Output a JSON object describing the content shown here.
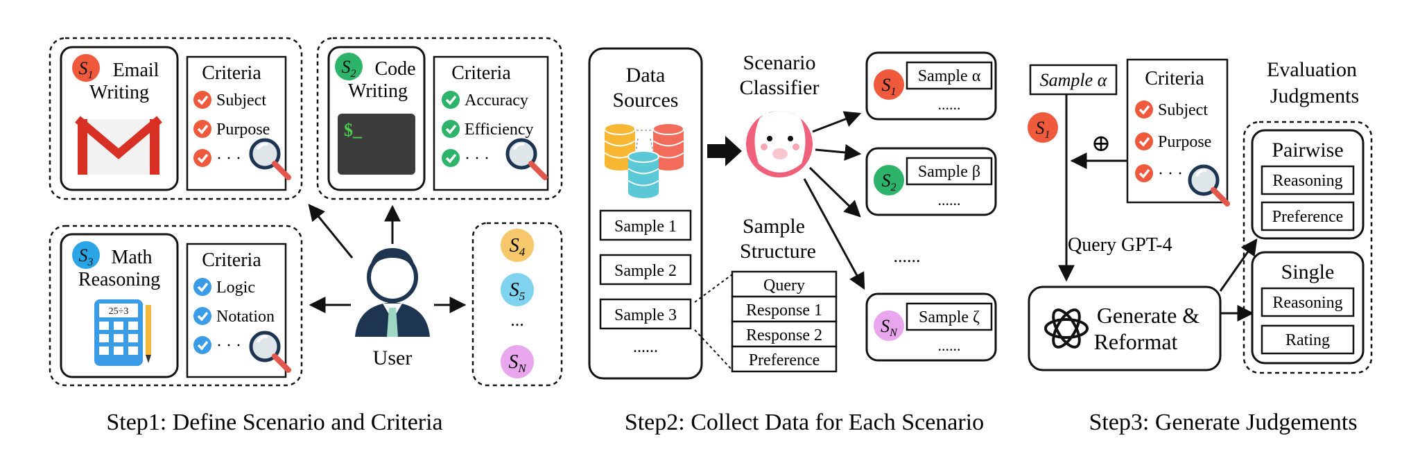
{
  "step1": {
    "caption": "Step1: Define Scenario and Criteria",
    "email": {
      "badge_letter": "S",
      "badge_sub": "1",
      "badge_color": "#f05a3c",
      "title_line1": "Email",
      "title_line2": "Writing",
      "criteria_title": "Criteria",
      "criteria": [
        "Subject",
        "Purpose",
        "· · ·"
      ],
      "check_color": "#f05a3c"
    },
    "code": {
      "badge_letter": "S",
      "badge_sub": "2",
      "badge_color": "#2db36a",
      "title_line1": "Code",
      "title_line2": "Writing",
      "terminal_text": "$_",
      "criteria_title": "Criteria",
      "criteria": [
        "Accuracy",
        "Efficiency",
        "· · ·"
      ],
      "check_color": "#2db36a"
    },
    "math": {
      "badge_letter": "S",
      "badge_sub": "3",
      "badge_color": "#2aa6e6",
      "title_line1": "Math",
      "title_line2": "Reasoning",
      "calc_display": "25÷3",
      "criteria_title": "Criteria",
      "criteria": [
        "Logic",
        "Notation",
        "· · ·"
      ],
      "check_color": "#3a9be6"
    },
    "user_label": "User",
    "others": [
      {
        "letter": "S",
        "sub": "4",
        "color": "#f6c86b"
      },
      {
        "letter": "S",
        "sub": "5",
        "color": "#7fd3ef"
      },
      {
        "letter": "S",
        "sub": "N",
        "color": "#e7a6ee"
      }
    ],
    "others_ellipsis": "..."
  },
  "step2": {
    "caption": "Step2: Collect Data for Each Scenario",
    "sources_title_line1": "Data",
    "sources_title_line2": "Sources",
    "samples": [
      "Sample 1",
      "Sample 2",
      "Sample 3"
    ],
    "samples_ellipsis": "......",
    "classifier_line1": "Scenario",
    "classifier_line2": "Classifier",
    "structure_line1": "Sample",
    "structure_line2": "Structure",
    "structure_fields": [
      "Query",
      "Response 1",
      "Response 2",
      "Preference"
    ],
    "scenario_outputs": [
      {
        "letter": "S",
        "sub": "1",
        "color": "#f05a3c",
        "sample": "Sample α",
        "ellipsis": "......"
      },
      {
        "letter": "S",
        "sub": "2",
        "color": "#2db36a",
        "sample": "Sample β",
        "ellipsis": "......"
      },
      {
        "letter": "S",
        "sub": "N",
        "color": "#e7a6ee",
        "sample": "Sample ζ",
        "ellipsis": "......"
      }
    ],
    "outputs_ellipsis": "......",
    "db_colors": [
      "#f7b733",
      "#f26b5b",
      "#5bc8d8"
    ]
  },
  "step3": {
    "caption": "Step3: Generate Judgements",
    "sample_label": "Sample α",
    "badge_letter": "S",
    "badge_sub": "1",
    "badge_color": "#f05a3c",
    "plus": "⊕",
    "criteria_title": "Criteria",
    "criteria": [
      "Subject",
      "Purpose",
      "· · ·"
    ],
    "query_label": "Query GPT-4",
    "generate_line1": "Generate &",
    "generate_line2": "Reformat",
    "judgments_line1": "Evaluation",
    "judgments_line2": "Judgments",
    "pairwise": {
      "title": "Pairwise",
      "items": [
        "Reasoning",
        "Preference"
      ]
    },
    "single": {
      "title": "Single",
      "items": [
        "Reasoning",
        "Rating"
      ]
    }
  }
}
